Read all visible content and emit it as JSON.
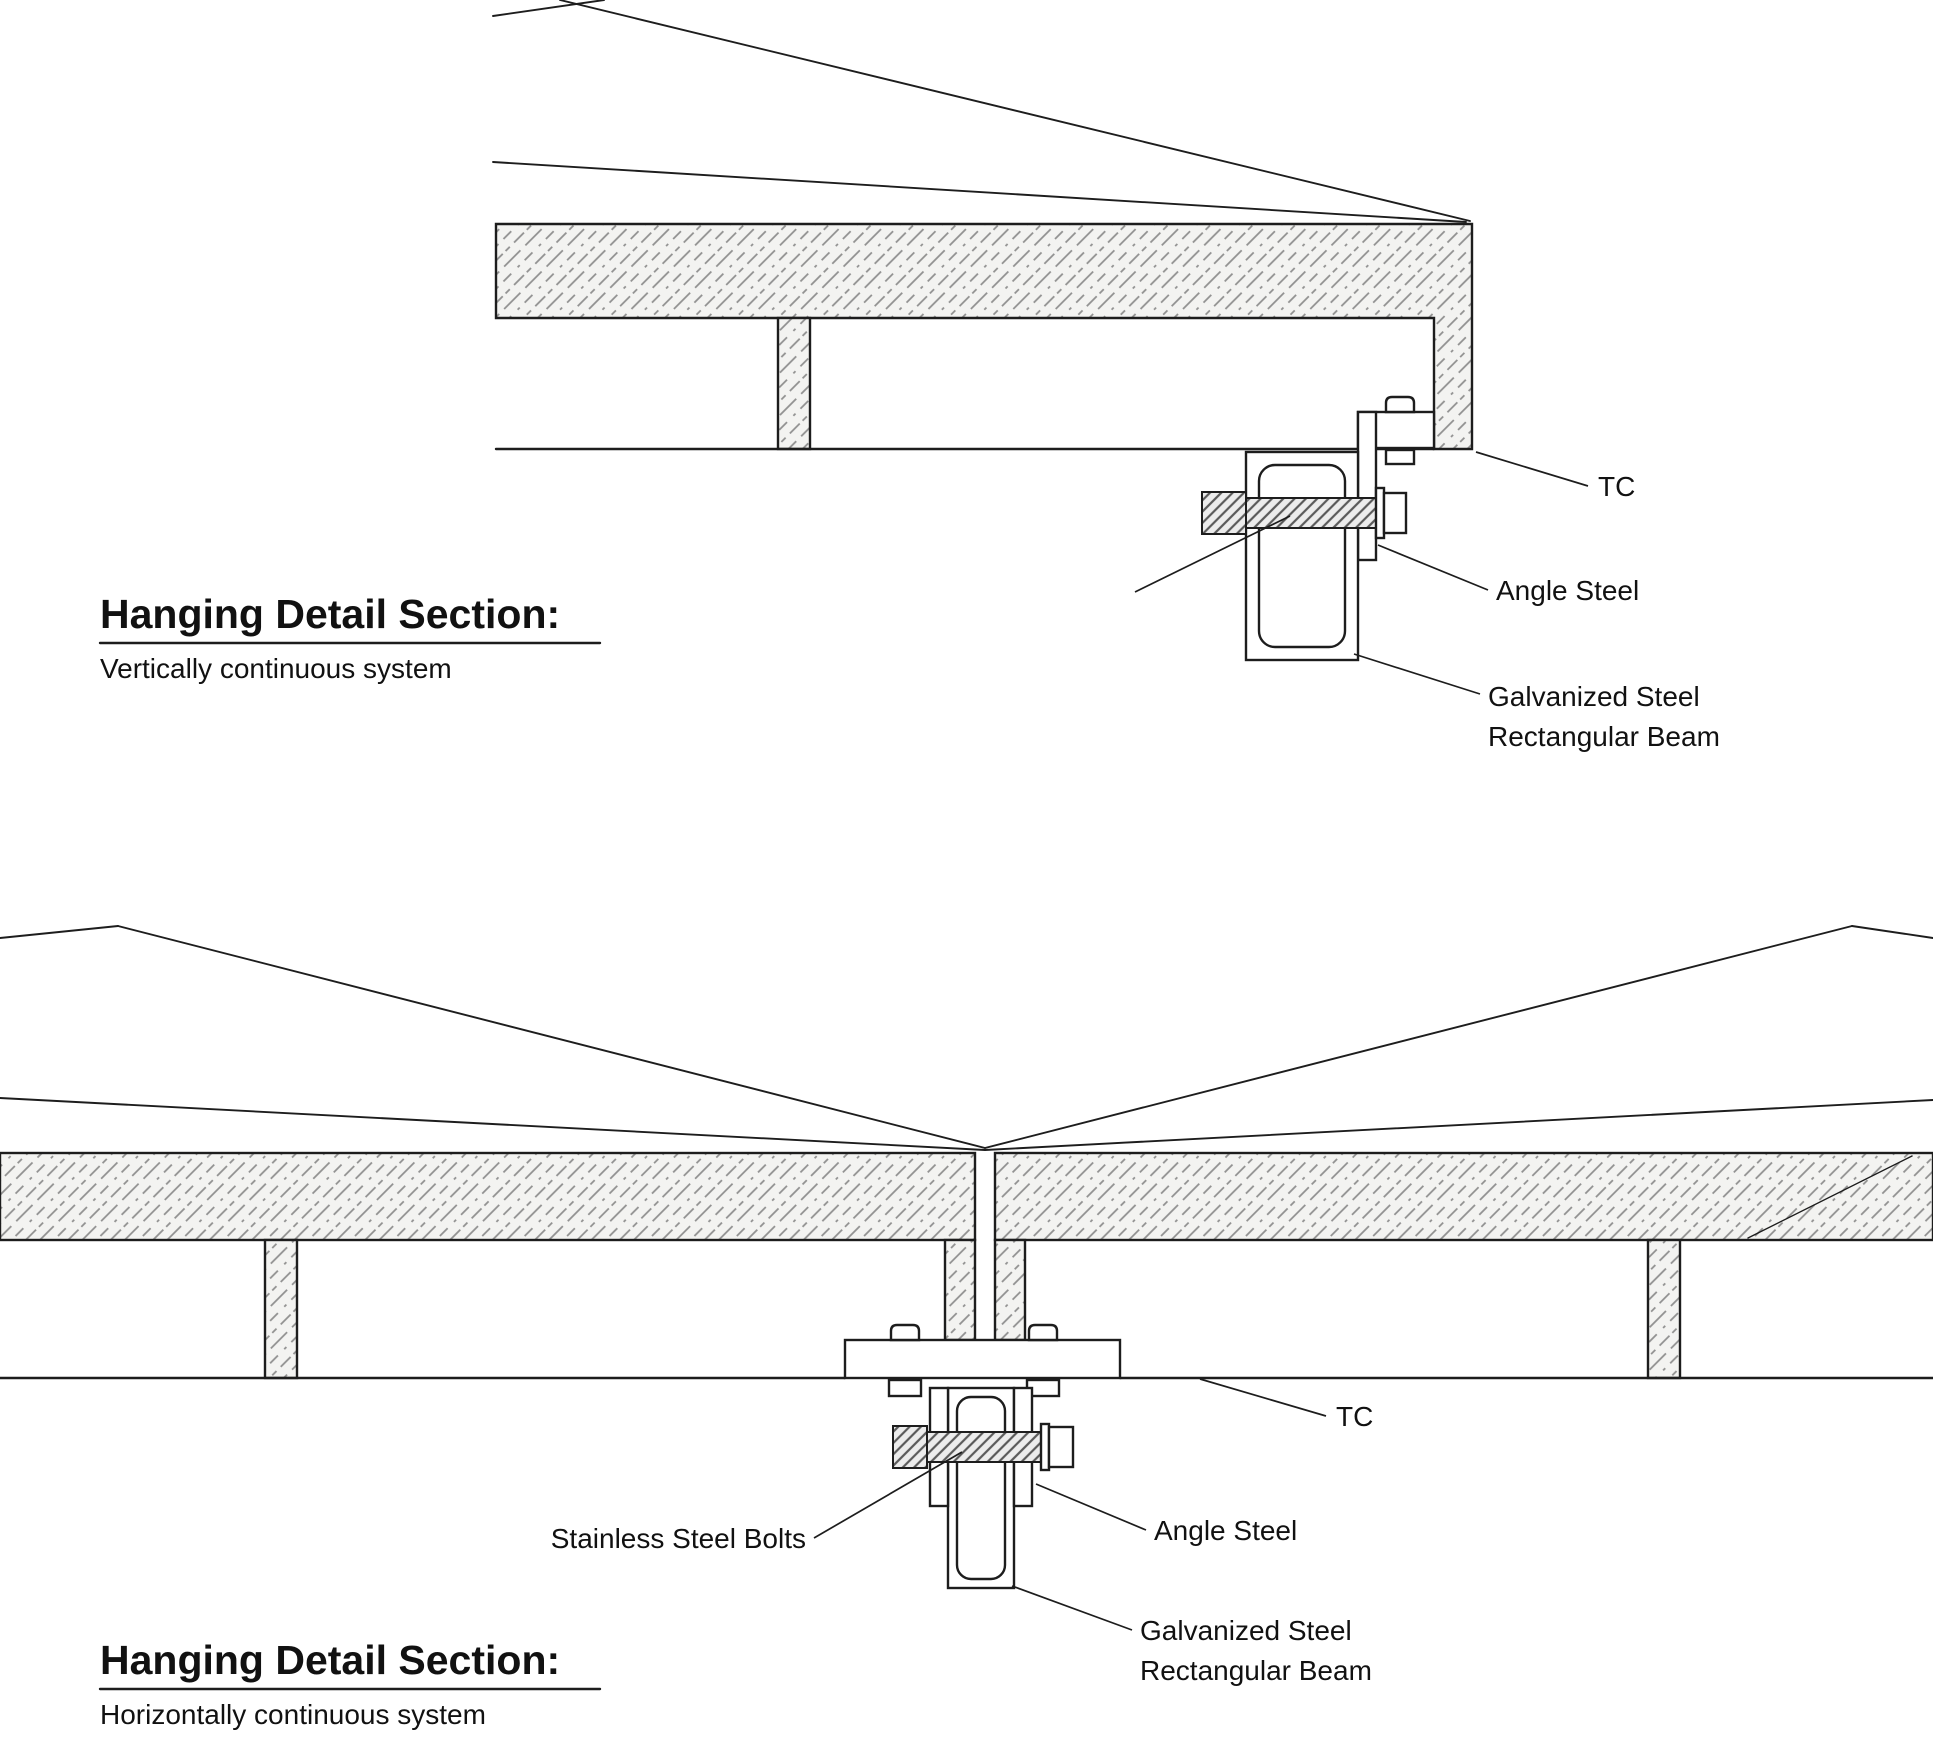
{
  "drawing": {
    "kind": "architectural hanging detail sections",
    "colors": {
      "line": "#1d1d1d",
      "hatch": "#8f8f8f",
      "hatch_bg": "#f3f3f1",
      "background": "#ffffff"
    }
  },
  "top_section": {
    "title": "Hanging Detail Section:",
    "subtitle": "Vertically continuous system",
    "labels": {
      "tc": "TC",
      "angle_steel": "Angle Steel",
      "beam_line1": "Galvanized Steel",
      "beam_line2": "Rectangular Beam"
    }
  },
  "bottom_section": {
    "title": "Hanging Detail Section:",
    "subtitle": "Horizontally continuous system",
    "labels": {
      "tc": "TC",
      "stainless_bolts": "Stainless Steel Bolts",
      "angle_steel": "Angle Steel",
      "beam_line1": "Galvanized Steel",
      "beam_line2": "Rectangular Beam"
    }
  }
}
